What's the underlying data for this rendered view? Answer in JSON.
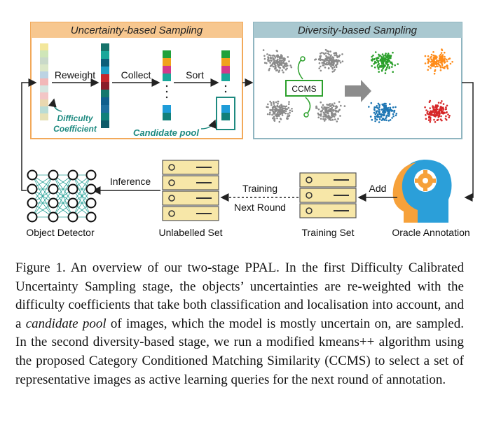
{
  "figure": {
    "uncertainty_panel": {
      "title": "Uncertainty-based Sampling",
      "reweight": "Reweight",
      "collect": "Collect",
      "sort": "Sort",
      "difficulty_coefficient": [
        "Difficulty",
        "Coefficient"
      ],
      "candidate_pool": "Candidate pool"
    },
    "diversity_panel": {
      "title": "Diversity-based Sampling",
      "ccms": "CCMS"
    },
    "bottom": {
      "inference": "Inference",
      "training": "Training",
      "next_round": "Next Round",
      "add": "Add",
      "object_detector": "Object Detector",
      "unlabelled_set": "Unlabelled Set",
      "training_set": "Training Set",
      "oracle_annotation": "Oracle Annotation"
    },
    "colors": {
      "uncertainty_header": "#f7c78f",
      "uncertainty_border": "#f2a95a",
      "diversity_header": "#a9c8d0",
      "diversity_border": "#8fb5c0",
      "teal": "#1e8a80",
      "cluster_green": "#2ca02c",
      "cluster_orange": "#ff8c1a",
      "cluster_blue": "#1f77b4",
      "cluster_red": "#d62728",
      "storage_fill": "#f7e7a8",
      "head_blue": "#2b9fd9",
      "head_orange": "#f6a13a"
    }
  },
  "caption": {
    "prefix": "Figure 1.  An overview of our two-stage PPAL. In the first Difficulty Calibrated Uncertainty Sampling stage, the objects’ uncertainties are re-weighted with the difficulty coefficients that take both classification and localisation into account, and a ",
    "em": "candidate pool",
    "suffix": " of images, which the model is mostly uncertain on, are sampled.  In the second diversity-based stage, we run a modified kmeans++ algorithm using the proposed Category Conditioned Matching Similarity (CCMS) to select a set of representative images as active learning queries for the next round of annotation."
  }
}
